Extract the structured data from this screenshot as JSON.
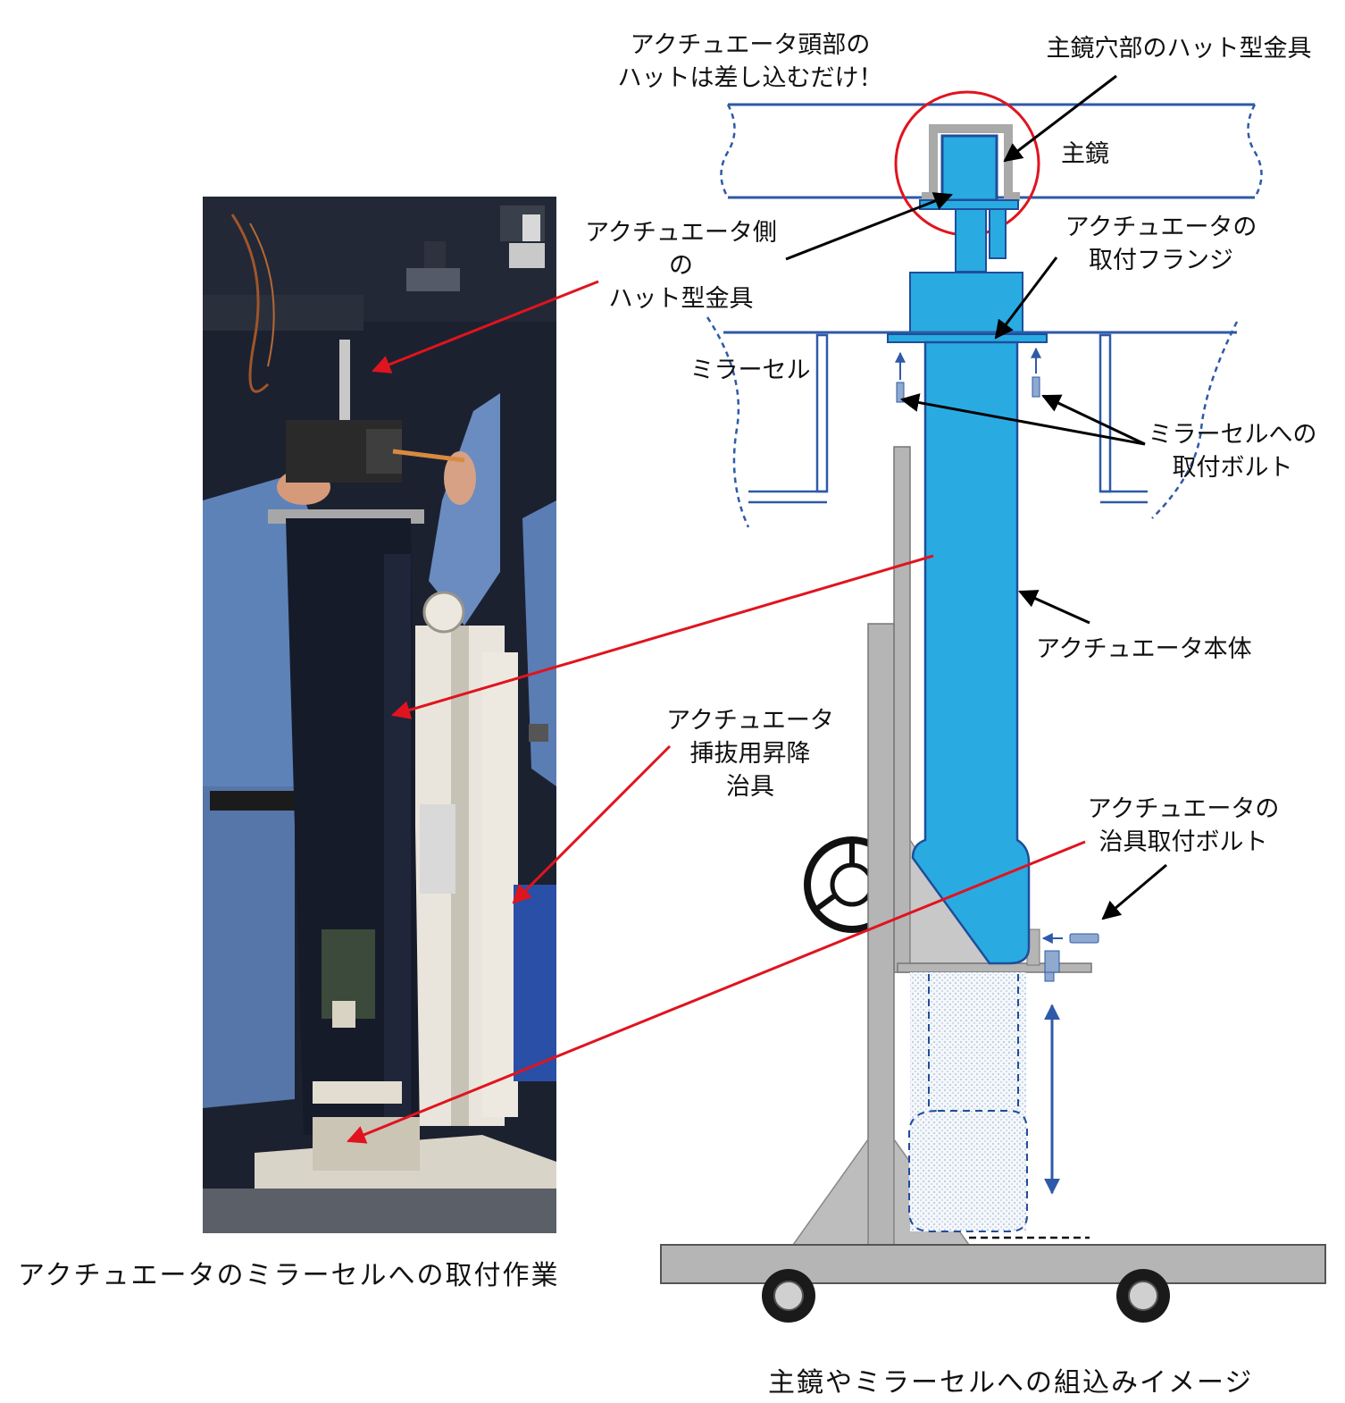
{
  "labels": {
    "hat_note": "アクチュエータ頭部の\nハットは差し込むだけ！",
    "mirror_hole_hat": "主鏡穴部のハット型金具",
    "primary_mirror": "主鏡",
    "actuator_hat": "アクチュエータ側の\nハット型金具",
    "flange": "アクチュエータの\n取付フランジ",
    "mirror_cell": "ミラーセル",
    "cell_bolt": "ミラーセルへの\n取付ボルト",
    "actuator_body": "アクチュエータ本体",
    "lift_jig": "アクチュエータ\n挿抜用昇降\n治具",
    "jig_bolt": "アクチュエータの\n治具取付ボルト"
  },
  "captions": {
    "photo": "アクチュエータのミラーセルへの取付作業",
    "diagram": "主鏡やミラーセルへの組込みイメージ"
  },
  "colors": {
    "actuator_blue": "#29ABE2",
    "outline_blue": "#1F4E9A",
    "jig_gray": "#B5B5B5",
    "red_arrow": "#E0141E",
    "mirror_line": "#2E5AA8"
  }
}
